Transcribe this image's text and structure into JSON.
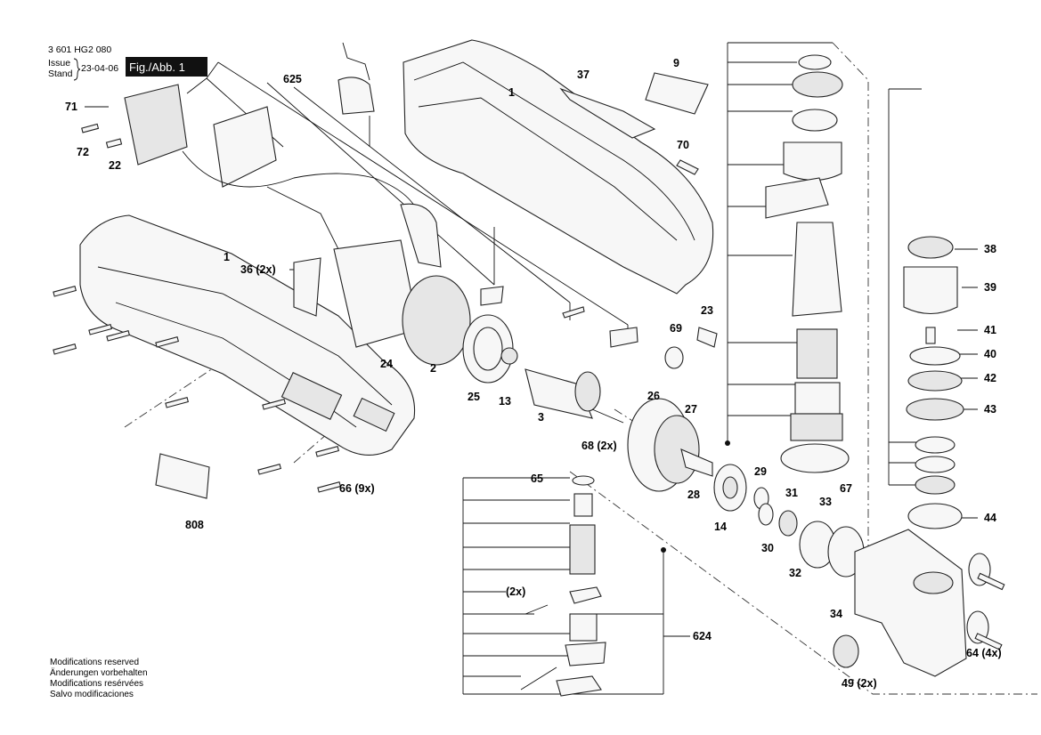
{
  "header": {
    "part_number": "3 601 HG2 080",
    "issue_label": "Issue",
    "stand_label": "Stand",
    "date": "23-04-06",
    "figure": "Fig./Abb. 1"
  },
  "footer_notes": [
    "Modifications reserved",
    "Änderungen vorbehalten",
    "Modifications resérvées",
    "Salvo modificaciones"
  ],
  "callouts": {
    "c1a": "1",
    "c1b": "1",
    "c2": "2",
    "c3": "3",
    "c9": "9",
    "c13": "13",
    "c14": "14",
    "c22": "22",
    "c23": "23",
    "c24": "24",
    "c25": "25",
    "c26": "26",
    "c27": "27",
    "c28": "28",
    "c29": "29",
    "c30": "30",
    "c31": "31",
    "c32": "32",
    "c33": "33",
    "c34": "34",
    "c36": "36 (2x)",
    "c37": "37",
    "c38": "38",
    "c39": "39",
    "c40": "40",
    "c41": "41",
    "c42": "42",
    "c43": "43",
    "c44": "44",
    "c49": "49 (2x)",
    "c64": "64 (4x)",
    "c65": "65",
    "c66": "66 (9x)",
    "c67": "67",
    "c68": "68 (2x)",
    "c69": "69",
    "c70": "70",
    "c71": "71",
    "c72": "72",
    "c2x": "(2x)",
    "c624": "624",
    "c625": "625",
    "c808": "808"
  }
}
